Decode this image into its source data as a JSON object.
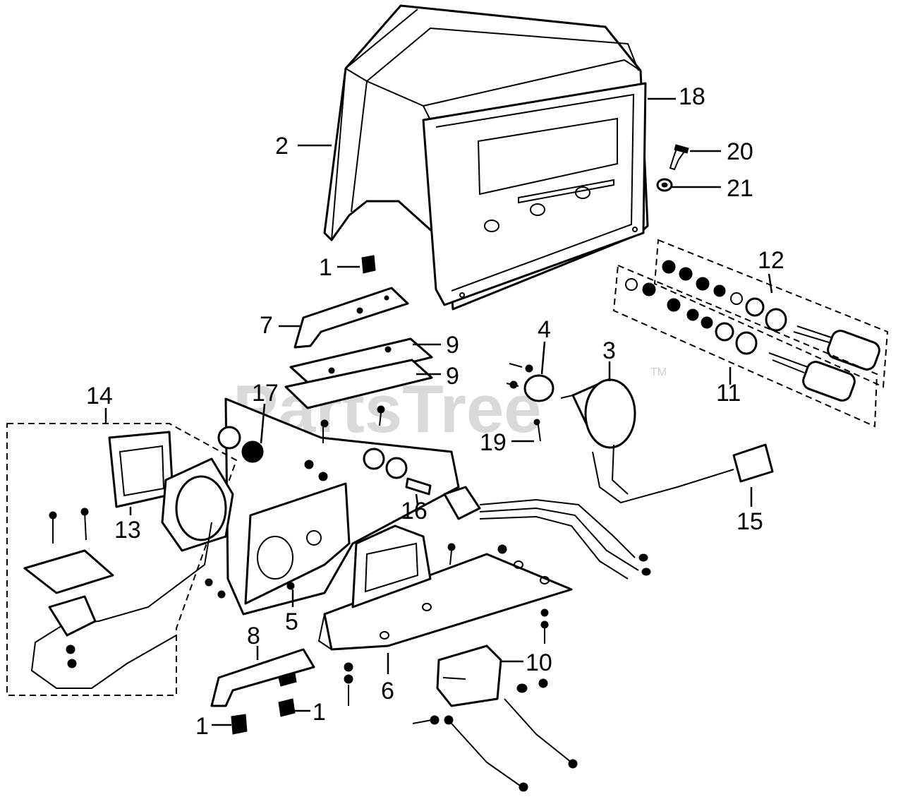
{
  "watermark": {
    "text": "PartsTree",
    "trademark": "TM"
  },
  "callouts": [
    {
      "id": "c-2",
      "text": "2"
    },
    {
      "id": "c-18",
      "text": "18"
    },
    {
      "id": "c-20",
      "text": "20"
    },
    {
      "id": "c-21",
      "text": "21"
    },
    {
      "id": "c-1-top",
      "text": "1"
    },
    {
      "id": "c-12",
      "text": "12"
    },
    {
      "id": "c-7",
      "text": "7"
    },
    {
      "id": "c-9-a",
      "text": "9"
    },
    {
      "id": "c-9-b",
      "text": "9"
    },
    {
      "id": "c-4",
      "text": "4"
    },
    {
      "id": "c-3",
      "text": "3"
    },
    {
      "id": "c-11",
      "text": "11"
    },
    {
      "id": "c-14",
      "text": "14"
    },
    {
      "id": "c-17",
      "text": "17"
    },
    {
      "id": "c-19",
      "text": "19"
    },
    {
      "id": "c-16",
      "text": "16"
    },
    {
      "id": "c-15",
      "text": "15"
    },
    {
      "id": "c-13",
      "text": "13"
    },
    {
      "id": "c-5",
      "text": "5"
    },
    {
      "id": "c-8",
      "text": "8"
    },
    {
      "id": "c-10",
      "text": "10"
    },
    {
      "id": "c-6",
      "text": "6"
    },
    {
      "id": "c-1-right",
      "text": "1"
    },
    {
      "id": "c-1-left",
      "text": "1"
    }
  ]
}
